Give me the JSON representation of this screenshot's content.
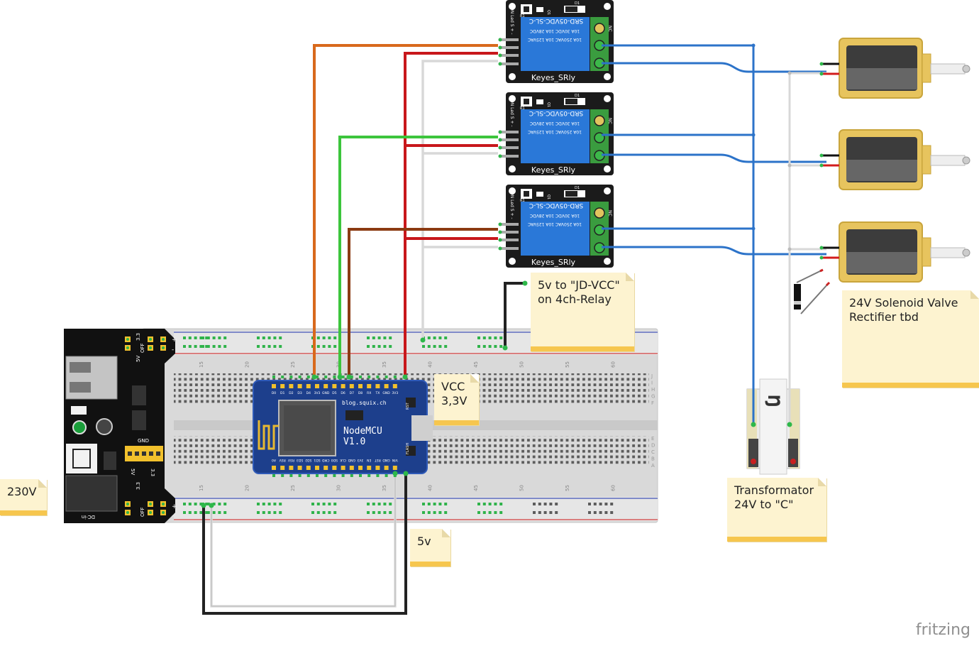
{
  "notes": {
    "jdvcc": "5v to \"JD-VCC\"\non 4ch-Relay",
    "vcc": "VCC\n3,3V",
    "v230": "230V",
    "v5": "5v",
    "solenoid": "24V Solenoid Valve\nRectifier tbd",
    "transformator": "Transformator\n24V to \"C\""
  },
  "relay": {
    "name": "Keyes_SRly",
    "model": "SRD-05VDC-SL-C",
    "rating1": "10A 250VAC  10A 125VAC",
    "rating2": "10A 30VDC  10A 28VDC",
    "pins": "ON Led S + -",
    "nc": "NC",
    "d1": "D1",
    "q1": "Q1",
    "r1": "R1"
  },
  "nodemcu": {
    "name": "NodeMCU",
    "version": "V1.0",
    "url": "blog.squix.ch",
    "top_pins": [
      "D0",
      "D1",
      "D2",
      "D3",
      "D4",
      "3V3",
      "GND",
      "D5",
      "D6",
      "D7",
      "D8",
      "RX",
      "TX",
      "GND",
      "3V3"
    ],
    "bottom_pins": [
      "A0",
      "RSV",
      "RSV",
      "SD3",
      "SD2",
      "SD1",
      "CMD",
      "SD0",
      "CLK",
      "GND",
      "3V3",
      "EN",
      "RST",
      "GND",
      "VIN"
    ],
    "flash": "FLASH",
    "rst": "RST"
  },
  "breadboard": {
    "numbers_top": [
      "15",
      "20",
      "25",
      "30",
      "35",
      "40",
      "45",
      "50",
      "55",
      "60"
    ],
    "numbers_bottom": [
      "15",
      "20",
      "25",
      "30",
      "35",
      "40",
      "45",
      "50",
      "55",
      "60"
    ],
    "letters_top": [
      "J",
      "I",
      "H",
      "G",
      "F"
    ],
    "letters_bottom": [
      "E",
      "D",
      "C",
      "B",
      "A"
    ]
  },
  "powermodule": {
    "labels": [
      "5V",
      "OFF",
      "3.3",
      "GND",
      "3.3",
      "5V",
      "OFF",
      "3.3",
      "DC-in"
    ],
    "pm": [
      "+",
      "-"
    ]
  },
  "transformer": {
    "logo": "Ŋ"
  },
  "brand": "fritzing",
  "colors": {
    "wire_orange": "#d8691c",
    "wire_red": "#c8171b",
    "wire_white": "#d8d8d8",
    "wire_green": "#3cc53c",
    "wire_brown": "#8b3a12",
    "wire_black": "#222222",
    "wire_blue": "#2c73c9",
    "relay_board": "#1b1b1b",
    "relay_blue": "#2a78d8",
    "nodemcu_board": "#1d3f8c",
    "note_bg": "#fdf3d0",
    "note_bar": "#f6c64e",
    "solenoid": "#e7c45e"
  }
}
